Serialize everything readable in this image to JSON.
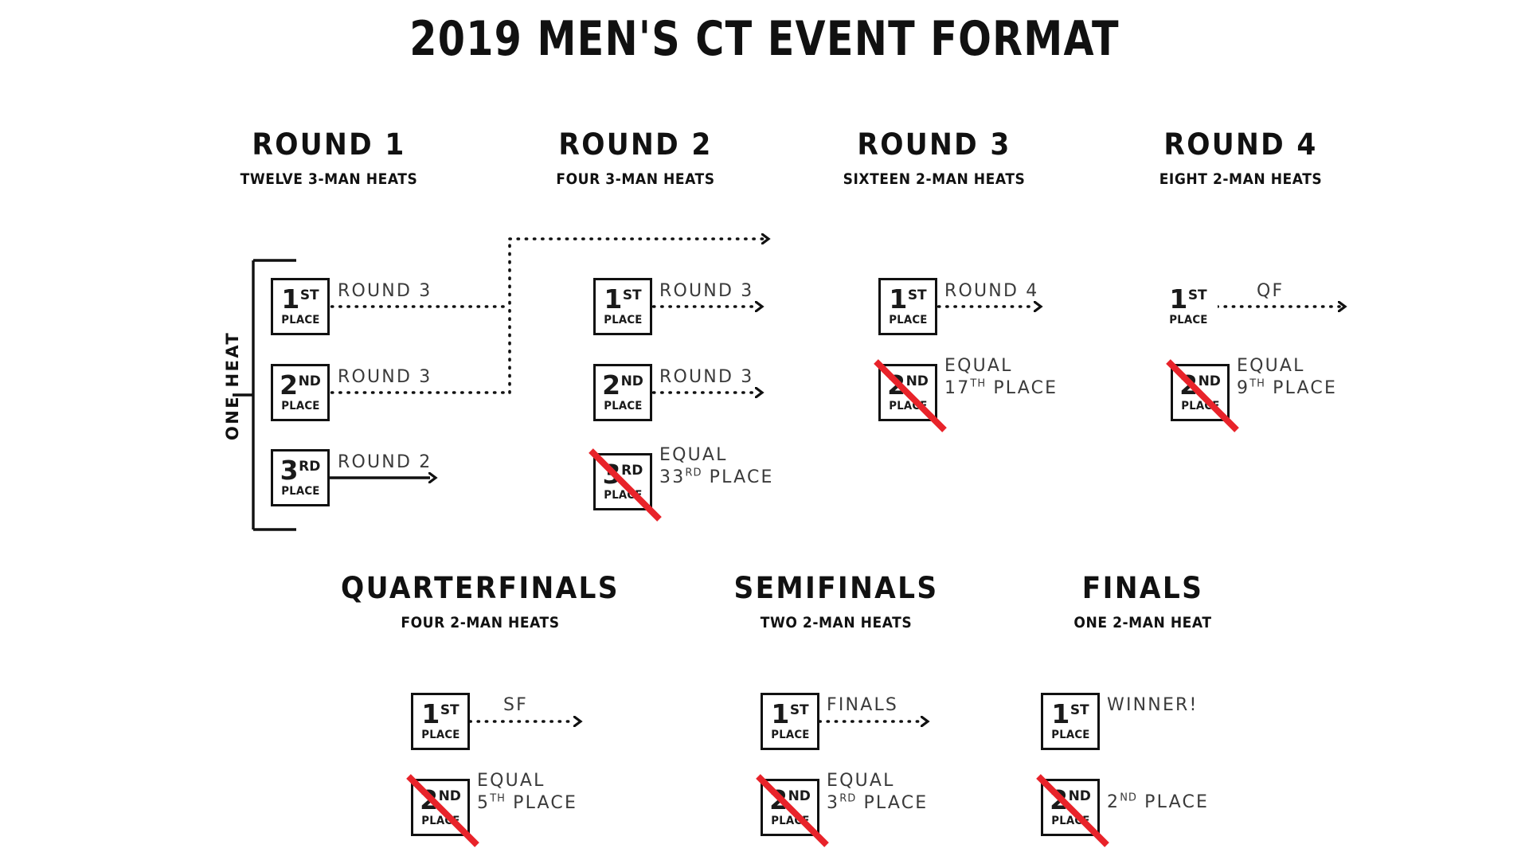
{
  "title": "2019 MEN'S CT EVENT FORMAT",
  "colors": {
    "ink": "#111111",
    "label_grey": "#3a3a3a",
    "strike_red": "#E8232A"
  },
  "bracket": {
    "one_heat_label": "ONE HEAT"
  },
  "rounds": [
    {
      "id": "round-1",
      "title": "ROUND 1",
      "subtitle": "TWELVE 3-MAN HEATS",
      "entries": [
        {
          "num": "1",
          "ord": "ST",
          "place": "PLACE",
          "struck": false,
          "boxed": true,
          "label": "ROUND 3",
          "label2": "",
          "arrow": "routed-dotted"
        },
        {
          "num": "2",
          "ord": "ND",
          "place": "PLACE",
          "struck": false,
          "boxed": true,
          "label": "ROUND 3",
          "label2": "",
          "arrow": "routed-dotted"
        },
        {
          "num": "3",
          "ord": "RD",
          "place": "PLACE",
          "struck": false,
          "boxed": true,
          "label": "ROUND 2",
          "label2": "",
          "arrow": "solid"
        }
      ]
    },
    {
      "id": "round-2",
      "title": "ROUND 2",
      "subtitle": "FOUR 3-MAN HEATS",
      "entries": [
        {
          "num": "1",
          "ord": "ST",
          "place": "PLACE",
          "struck": false,
          "boxed": true,
          "label": "ROUND 3",
          "label2": "",
          "arrow": "dotted"
        },
        {
          "num": "2",
          "ord": "ND",
          "place": "PLACE",
          "struck": false,
          "boxed": true,
          "label": "ROUND 3",
          "label2": "",
          "arrow": "dotted"
        },
        {
          "num": "3",
          "ord": "RD",
          "place": "PLACE",
          "struck": true,
          "boxed": true,
          "label": "EQUAL",
          "label2": "33RD PLACE",
          "label2_sup": "RD",
          "arrow": "none"
        }
      ]
    },
    {
      "id": "round-3",
      "title": "ROUND 3",
      "subtitle": "SIXTEEN 2-MAN HEATS",
      "entries": [
        {
          "num": "1",
          "ord": "ST",
          "place": "PLACE",
          "struck": false,
          "boxed": true,
          "label": "ROUND 4",
          "label2": "",
          "arrow": "dotted"
        },
        {
          "num": "2",
          "ord": "ND",
          "place": "PLACE",
          "struck": true,
          "boxed": true,
          "label": "EQUAL",
          "label2": "17TH PLACE",
          "label2_sup": "TH",
          "arrow": "none"
        }
      ]
    },
    {
      "id": "round-4",
      "title": "ROUND 4",
      "subtitle": "EIGHT 2-MAN HEATS",
      "entries": [
        {
          "num": "1",
          "ord": "ST",
          "place": "PLACE",
          "struck": false,
          "boxed": false,
          "label": "QF",
          "label2": "",
          "arrow": "dotted"
        },
        {
          "num": "2",
          "ord": "ND",
          "place": "PLACE",
          "struck": true,
          "boxed": true,
          "label": "EQUAL",
          "label2": "9TH PLACE",
          "label2_sup": "TH",
          "arrow": "none"
        }
      ]
    },
    {
      "id": "quarterfinals",
      "title": "QUARTERFINALS",
      "subtitle": "FOUR 2-MAN HEATS",
      "entries": [
        {
          "num": "1",
          "ord": "ST",
          "place": "PLACE",
          "struck": false,
          "boxed": true,
          "label": "SF",
          "label2": "",
          "arrow": "dotted"
        },
        {
          "num": "2",
          "ord": "ND",
          "place": "PLACE",
          "struck": true,
          "boxed": true,
          "label": "EQUAL",
          "label2": "5TH PLACE",
          "label2_sup": "TH",
          "arrow": "none"
        }
      ]
    },
    {
      "id": "semifinals",
      "title": "SEMIFINALS",
      "subtitle": "TWO 2-MAN HEATS",
      "entries": [
        {
          "num": "1",
          "ord": "ST",
          "place": "PLACE",
          "struck": false,
          "boxed": true,
          "label": "FINALS",
          "label2": "",
          "arrow": "dotted"
        },
        {
          "num": "2",
          "ord": "ND",
          "place": "PLACE",
          "struck": true,
          "boxed": true,
          "label": "EQUAL",
          "label2": "3RD PLACE",
          "label2_sup": "RD",
          "arrow": "none"
        }
      ]
    },
    {
      "id": "finals",
      "title": "FINALS",
      "subtitle": "ONE 2-MAN HEAT",
      "entries": [
        {
          "num": "1",
          "ord": "ST",
          "place": "PLACE",
          "struck": false,
          "boxed": true,
          "label": "WINNER!",
          "label2": "",
          "arrow": "none"
        },
        {
          "num": "2",
          "ord": "ND",
          "place": "PLACE",
          "struck": true,
          "boxed": true,
          "label": "2ND PLACE",
          "label2": "",
          "label_sup": "ND",
          "arrow": "none"
        }
      ]
    }
  ]
}
